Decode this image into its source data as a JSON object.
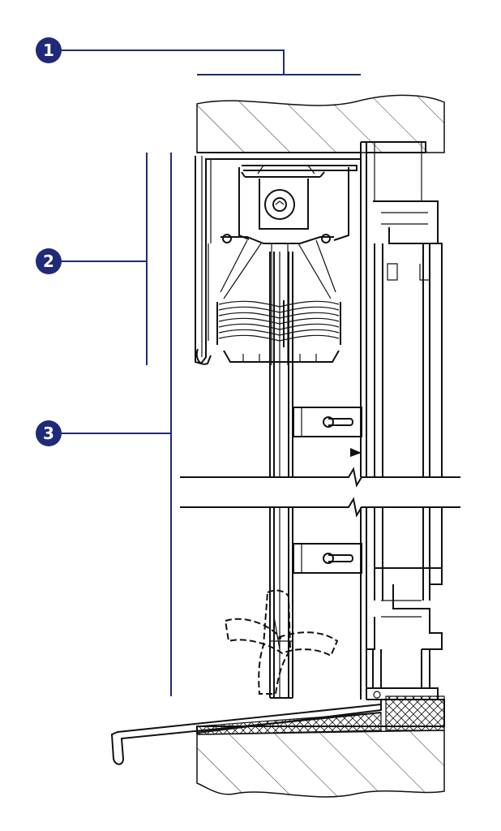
{
  "callouts": [
    {
      "number": "1"
    },
    {
      "number": "2"
    },
    {
      "number": "3"
    }
  ],
  "colors": {
    "callout_fill": "#1f2a78",
    "callout_line": "#1f2a78",
    "drawing_line": "#111111",
    "background": "#ffffff"
  }
}
